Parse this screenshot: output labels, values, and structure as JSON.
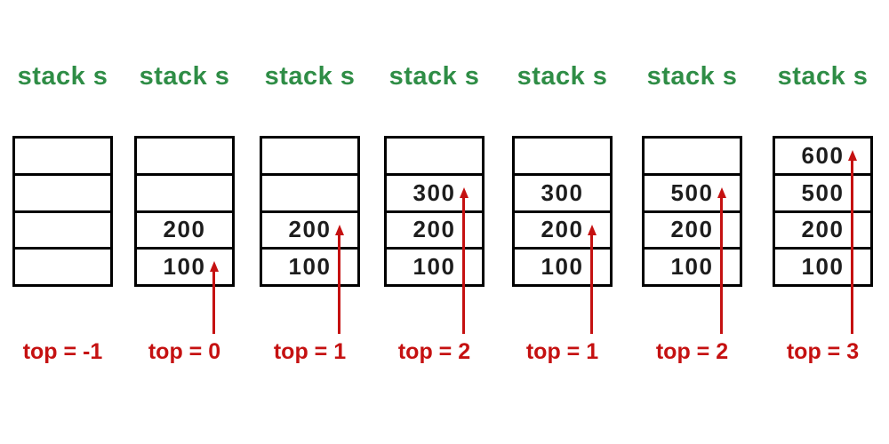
{
  "colors": {
    "title_green": "#2F8D46",
    "pointer_red": "#C51111",
    "border_black": "#000000",
    "value_text": "#1d1d1d"
  },
  "stacks": [
    {
      "title": "stack s",
      "cells": [
        "",
        "",
        "",
        ""
      ],
      "top_value": -1,
      "top_label": "top = -1",
      "has_arrow": false
    },
    {
      "title": "stack s",
      "cells": [
        "",
        "",
        "200",
        "100"
      ],
      "top_value": 0,
      "top_label": "top = 0",
      "has_arrow": true
    },
    {
      "title": "stack s",
      "cells": [
        "",
        "",
        "200",
        "100"
      ],
      "top_value": 1,
      "top_label": "top = 1",
      "has_arrow": true
    },
    {
      "title": "stack s",
      "cells": [
        "",
        "300",
        "200",
        "100"
      ],
      "top_value": 2,
      "top_label": "top = 2",
      "has_arrow": true
    },
    {
      "title": "stack s",
      "cells": [
        "",
        "300",
        "200",
        "100"
      ],
      "top_value": 1,
      "top_label": "top = 1",
      "has_arrow": true
    },
    {
      "title": "stack s",
      "cells": [
        "",
        "500",
        "200",
        "100"
      ],
      "top_value": 2,
      "top_label": "top = 2",
      "has_arrow": true
    },
    {
      "title": "stack s",
      "cells": [
        "600",
        "500",
        "200",
        "100"
      ],
      "top_value": 3,
      "top_label": "top = 3",
      "has_arrow": true
    }
  ]
}
